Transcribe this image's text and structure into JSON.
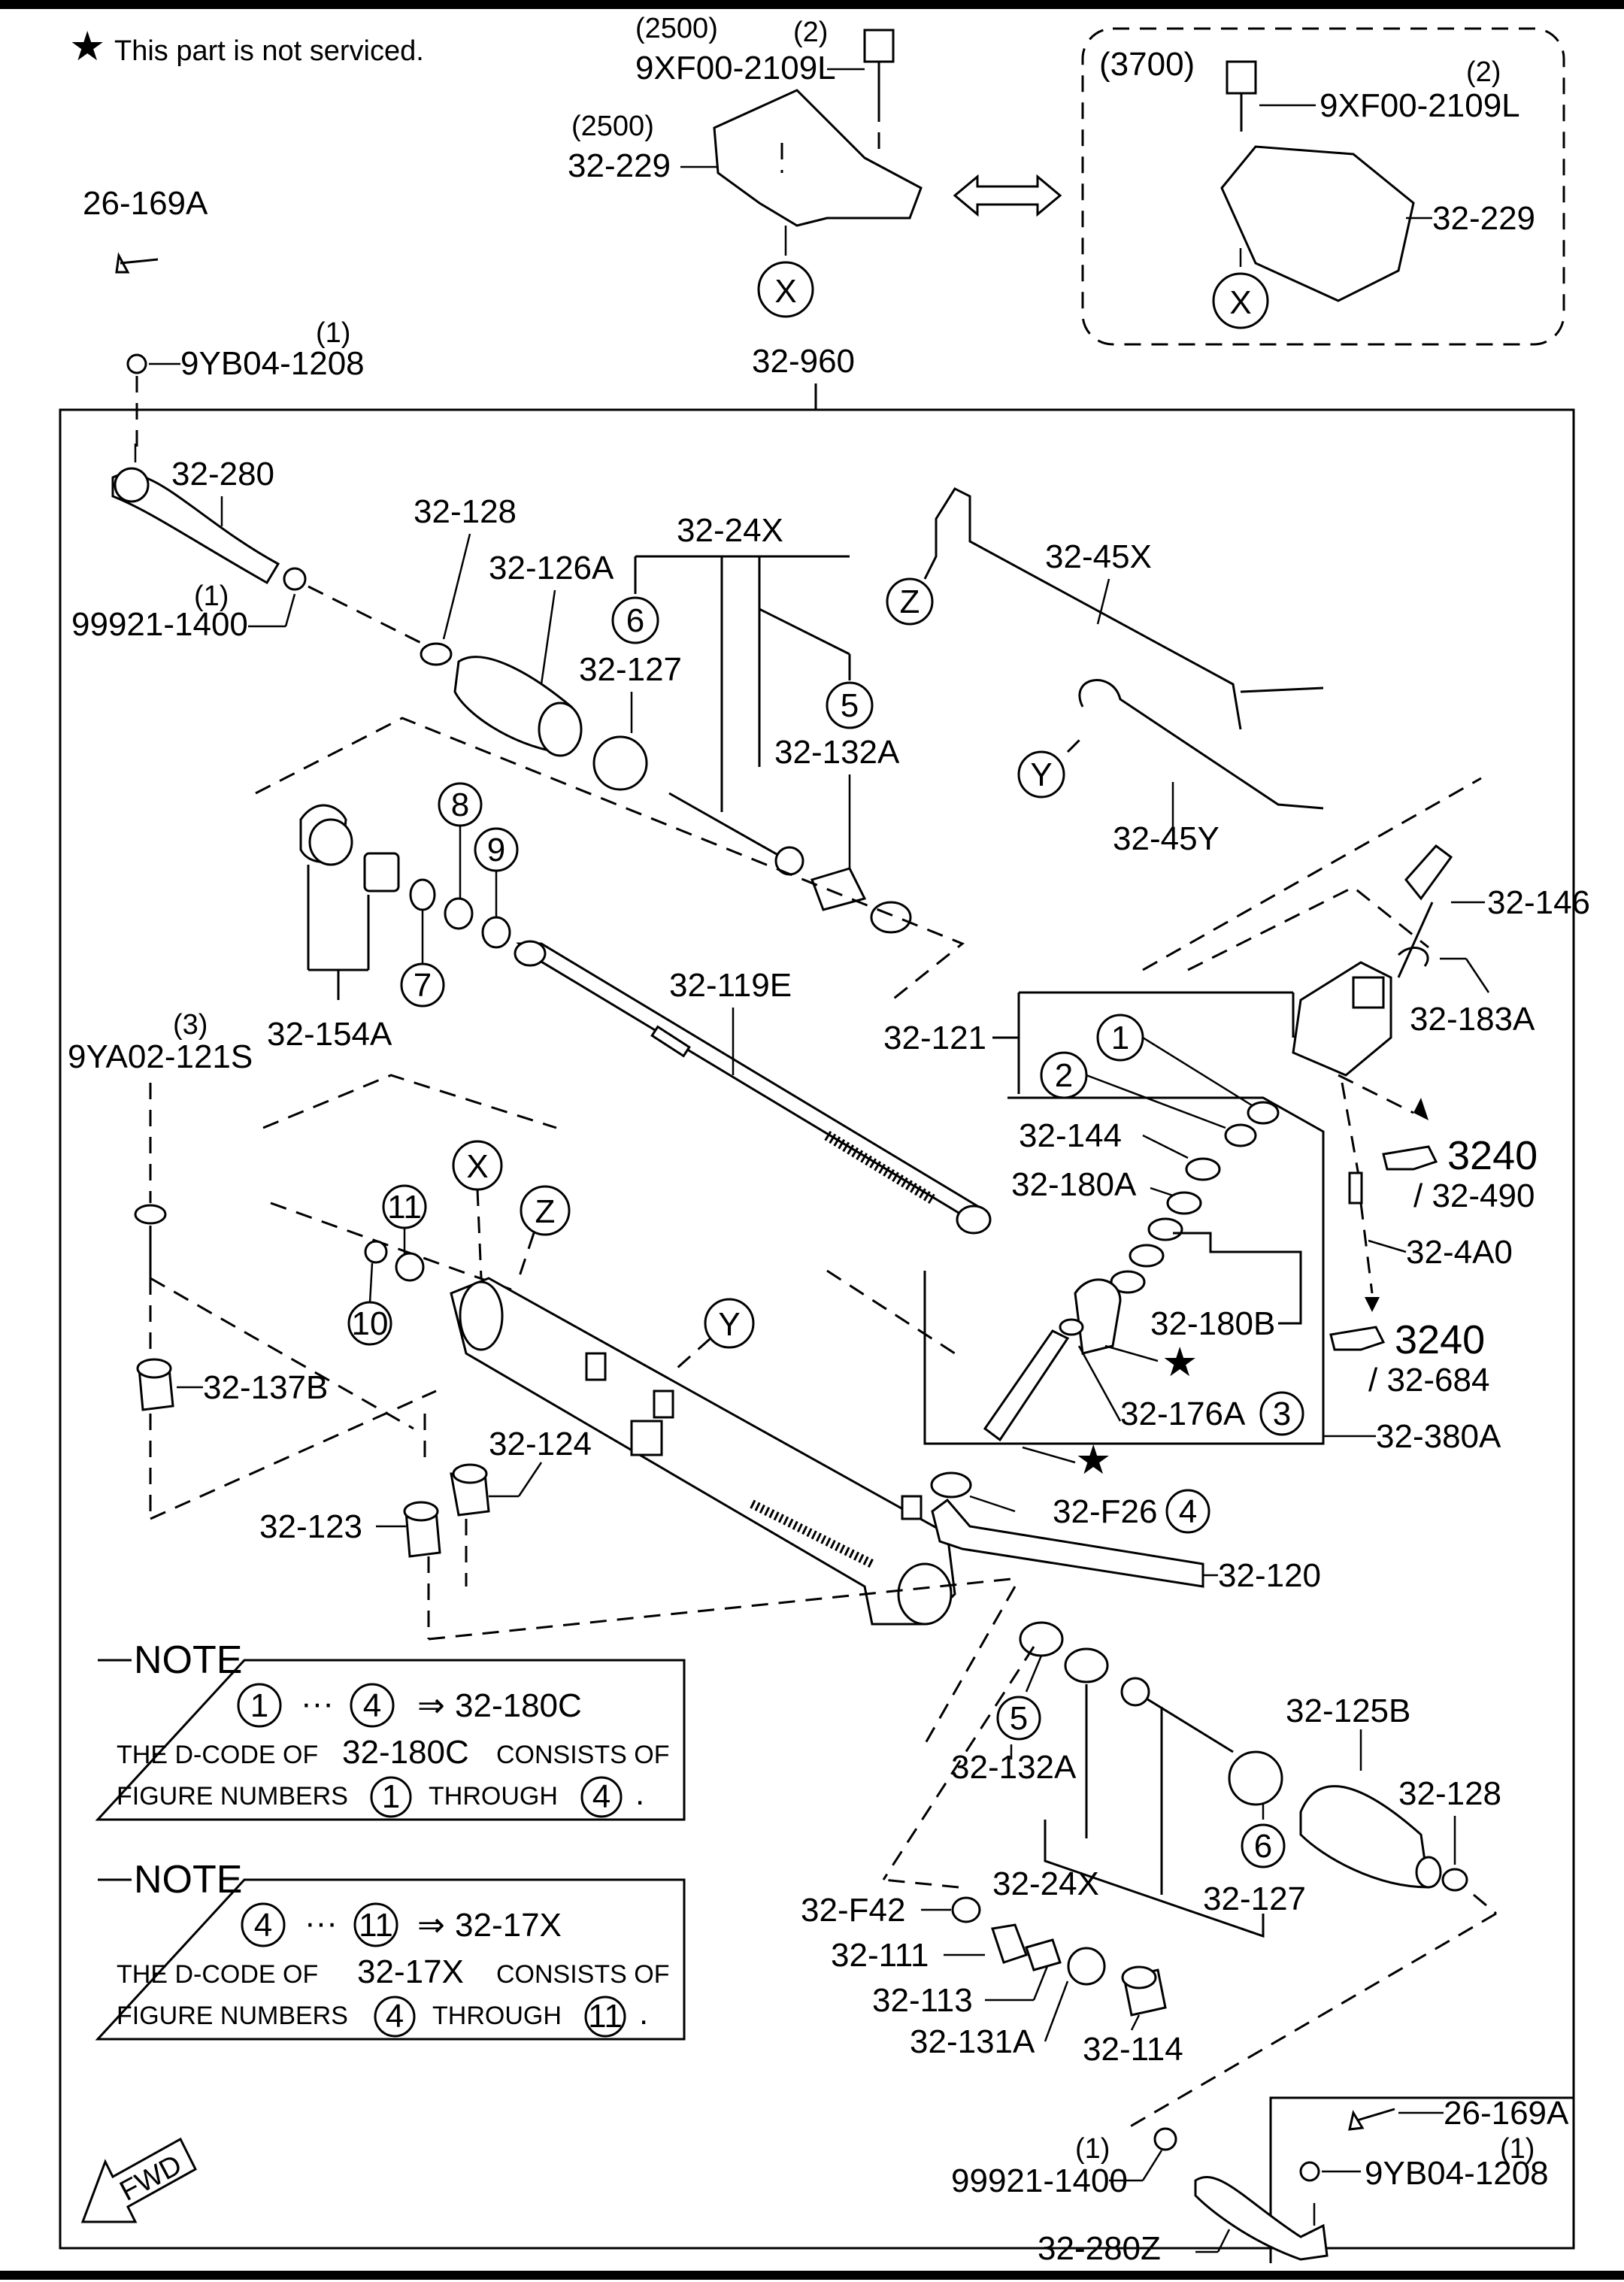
{
  "legend": {
    "star_symbol": "★",
    "text": "This part is not serviced."
  },
  "top": {
    "bolt_qty_paren": "(2500)",
    "bolt_count": "(2)",
    "bolt_part": "9XF00-2109L",
    "cover_qty_paren": "(2500)",
    "cover_part": "32-229",
    "right_box_label": "(3700)",
    "right_bolt_count": "(2)",
    "right_bolt_part": "9XF00-2109L",
    "right_cover_part": "32-229",
    "clip_part": "26-169A",
    "nut_count": "(1)",
    "nut_part": "9YB04-1208",
    "assembly_part": "32-960"
  },
  "callouts": {
    "X": "X",
    "Y": "Y",
    "Z": "Z",
    "n1": "1",
    "n2": "2",
    "n3": "3",
    "n4": "4",
    "n5": "5",
    "n6": "6",
    "n7": "7",
    "n8": "8",
    "n9": "9",
    "n10": "10",
    "n11": "11"
  },
  "parts": {
    "p32_280": "32-280",
    "p99921_1400_count": "(1)",
    "p99921_1400": "99921-1400",
    "p32_128": "32-128",
    "p32_126A": "32-126A",
    "p32_24X": "32-24X",
    "p32_127": "32-127",
    "p32_132A": "32-132A",
    "p32_45X": "32-45X",
    "p32_45Y": "32-45Y",
    "p32_146": "32-146",
    "p32_183A": "32-183A",
    "p32_121": "32-121",
    "p32_154A": "32-154A",
    "p32_119E": "32-119E",
    "p9YA02_count": "(3)",
    "p9YA02": "9YA02-121S",
    "p32_144": "32-144",
    "p32_180A": "32-180A",
    "p32_180B": "32-180B",
    "p32_176A": "32-176A",
    "p32_380A": "32-380A",
    "ref3240a": "3240",
    "ref32_490": "/ 32-490",
    "p32_4A0": "32-4A0",
    "ref3240b": "3240",
    "ref32_684": "/ 32-684",
    "p32_137B": "32-137B",
    "p32_124": "32-124",
    "p32_123": "32-123",
    "p32_F26": "32-F26",
    "p32_120": "32-120",
    "p32_125B": "32-125B",
    "p32_128b": "32-128",
    "p32_132Ab": "32-132A",
    "p32_24Xb": "32-24X",
    "p32_127b": "32-127",
    "p32_F42": "32-F42",
    "p32_111": "32-111",
    "p32_113": "32-113",
    "p32_131A": "32-131A",
    "p32_114": "32-114",
    "p26_169Ab": "26-169A",
    "p9YB04_count_b": "(1)",
    "p9YB04b": "9YB04-1208",
    "p99921_count_b": "(1)",
    "p99921b": "99921-1400",
    "p32_280Z": "32-280Z",
    "fwd": "FWD"
  },
  "notes": [
    {
      "title": "NOTE",
      "range_from": "1",
      "range_dots": "···",
      "range_to": "4",
      "arrow": "⇒",
      "result": "32-180C",
      "line1_a": "THE D-CODE OF",
      "line1_code": "32-180C",
      "line1_b": "CONSISTS OF",
      "line2_a": "FIGURE NUMBERS",
      "line2_from": "1",
      "line2_mid": "THROUGH",
      "line2_to": "4",
      "line2_end": "."
    },
    {
      "title": "NOTE",
      "range_from": "4",
      "range_dots": "···",
      "range_to": "11",
      "arrow": "⇒",
      "result": "32-17X",
      "line1_a": "THE D-CODE OF",
      "line1_code": "32-17X",
      "line1_b": "CONSISTS OF",
      "line2_a": "FIGURE NUMBERS",
      "line2_from": "4",
      "line2_mid": "THROUGH",
      "line2_to": "11",
      "line2_end": "."
    }
  ],
  "colors": {
    "ink": "#000000",
    "paper": "#ffffff"
  }
}
